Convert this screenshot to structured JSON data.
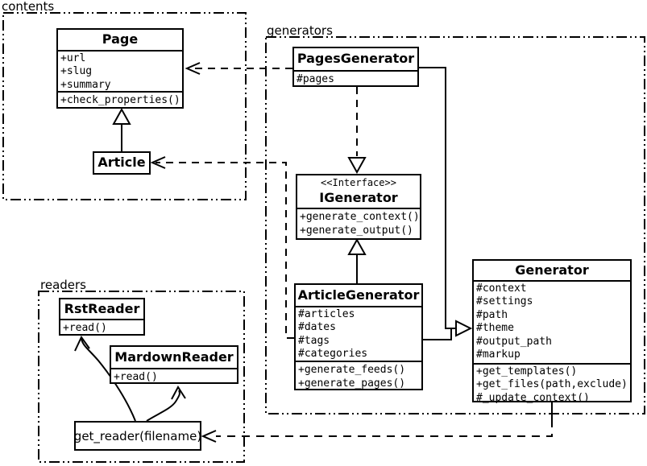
{
  "packages": {
    "contents": {
      "label": "contents"
    },
    "generators": {
      "label": "generators"
    },
    "readers": {
      "label": "readers"
    }
  },
  "classes": {
    "page": {
      "title": "Page",
      "attributes": [
        "+url",
        "+slug",
        "+summary"
      ],
      "methods": [
        "+check_properties()"
      ]
    },
    "article": {
      "title": "Article"
    },
    "pages_generator": {
      "title": "PagesGenerator",
      "attributes": [
        "#pages"
      ]
    },
    "igenerator": {
      "stereotype": "<<Interface>>",
      "title": "IGenerator",
      "methods": [
        "+generate_context()",
        "+generate_output()"
      ]
    },
    "article_generator": {
      "title": "ArticleGenerator",
      "attributes": [
        "#articles",
        "#dates",
        "#tags",
        "#categories"
      ],
      "methods": [
        "+generate_feeds()",
        "+generate_pages()"
      ]
    },
    "generator": {
      "title": "Generator",
      "attributes": [
        "#context",
        "#settings",
        "#path",
        "#theme",
        "#output_path",
        "#markup"
      ],
      "methods": [
        "+get_templates()",
        "+get_files(path,exclude)",
        "#_update_context()"
      ]
    },
    "rst_reader": {
      "title": "RstReader",
      "methods": [
        "+read()"
      ]
    },
    "mardown_reader": {
      "title": "MardownReader",
      "methods": [
        "+read()"
      ]
    },
    "get_reader": {
      "title": "get_reader(filename)"
    }
  },
  "relations": [
    {
      "from": "Article",
      "to": "Page",
      "type": "inheritance"
    },
    {
      "from": "PagesGenerator",
      "to": "Page",
      "type": "dependency"
    },
    {
      "from": "ArticleGenerator",
      "to": "Article",
      "type": "dependency"
    },
    {
      "from": "PagesGenerator",
      "to": "IGenerator",
      "type": "realization"
    },
    {
      "from": "ArticleGenerator",
      "to": "IGenerator",
      "type": "inheritance"
    },
    {
      "from": "PagesGenerator",
      "to": "Generator",
      "type": "inheritance"
    },
    {
      "from": "ArticleGenerator",
      "to": "Generator",
      "type": "inheritance"
    },
    {
      "from": "Generator",
      "to": "get_reader(filename)",
      "type": "dependency"
    },
    {
      "from": "get_reader(filename)",
      "to": "RstReader",
      "type": "association"
    },
    {
      "from": "get_reader(filename)",
      "to": "MardownReader",
      "type": "association"
    }
  ],
  "colors": {
    "line": "#000000",
    "background": "#ffffff",
    "box_fill": "#ffffff"
  }
}
